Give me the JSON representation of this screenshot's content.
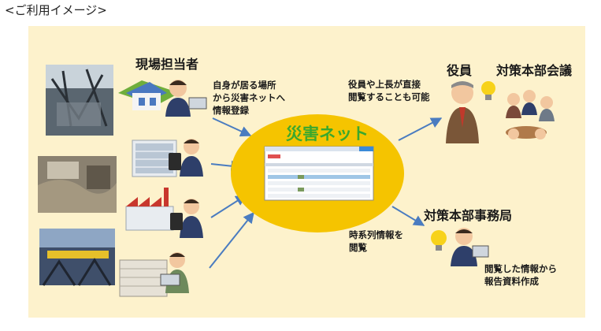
{
  "heading": "<ご利用イメージ>",
  "center": {
    "title": "災害ネット"
  },
  "field_staff": {
    "title": "現場担当者",
    "note": [
      "自身が居る場所",
      "から災害ネットへ",
      "情報登録"
    ]
  },
  "executives": {
    "title": "役員",
    "note": [
      "役員や上長が直接",
      "閲覧することも可能"
    ]
  },
  "hq_meeting": {
    "title": "対策本部会議"
  },
  "hq_office": {
    "title": "対策本部事務局",
    "note": [
      "閲覧した情報から",
      "報告資料作成"
    ]
  },
  "timeline_note": [
    "時系列情報を",
    "閲覧"
  ],
  "colors": {
    "panel": "#fdf2cc",
    "ellipse": "#f5c400",
    "title_green": "#3aa82e",
    "arrow": "#4a7cc0",
    "suit": "#2e3f6a"
  }
}
